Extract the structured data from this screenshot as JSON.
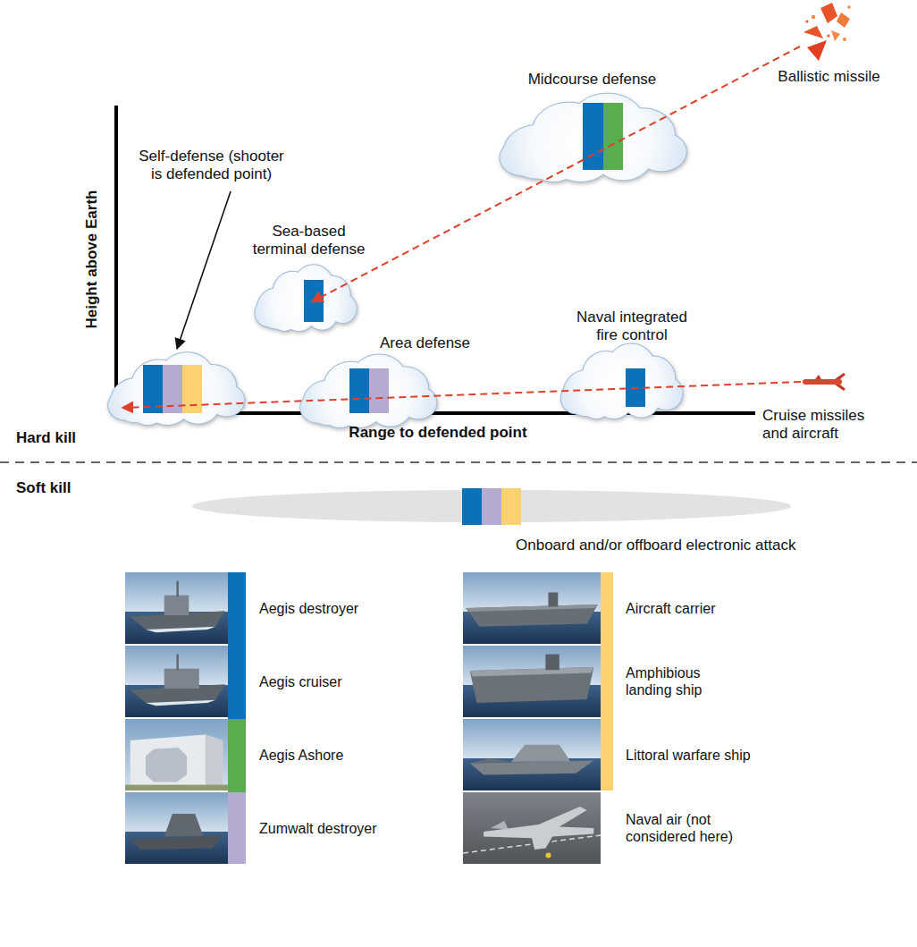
{
  "diagram": {
    "nodes": [
      {
        "text": [
          "Midcourse defense"
        ]
      },
      {
        "text": [
          "Self-defense (shooter is defended point)"
        ]
      },
      {
        "text": [
          "Sea-based terminal defense"
        ]
      },
      {
        "text": [
          "Area defense"
        ]
      },
      {
        "text": [
          "Naval integrated fire control"
        ]
      },
      {
        "text": [
          "Onboard and/or offboard electronic attack"
        ]
      }
    ],
    "labels": [
      "Ballistic missile",
      "Height above Earth",
      "Hard kill",
      "Range to defended point",
      "Cruise missiles and aircraft",
      "Soft kill"
    ],
    "legend": [
      {
        "text": "Aegis destroyer",
        "color": "#0b72b9"
      },
      {
        "text": "Aegis cruiser",
        "color": "#0b72b9"
      },
      {
        "text": "Aegis Ashore",
        "color": "#5aad4e"
      },
      {
        "text": "Zumwalt destroyer",
        "color": "#b5abd2"
      },
      {
        "text": "Aircraft carrier",
        "color": "#fcd16f"
      },
      {
        "text": "Amphibious landing ship",
        "color": "#fcd16f"
      },
      {
        "text": "Littoral warfare ship",
        "color": "#fcd16f"
      },
      {
        "text": "Naval air (not considered here)"
      }
    ]
  }
}
